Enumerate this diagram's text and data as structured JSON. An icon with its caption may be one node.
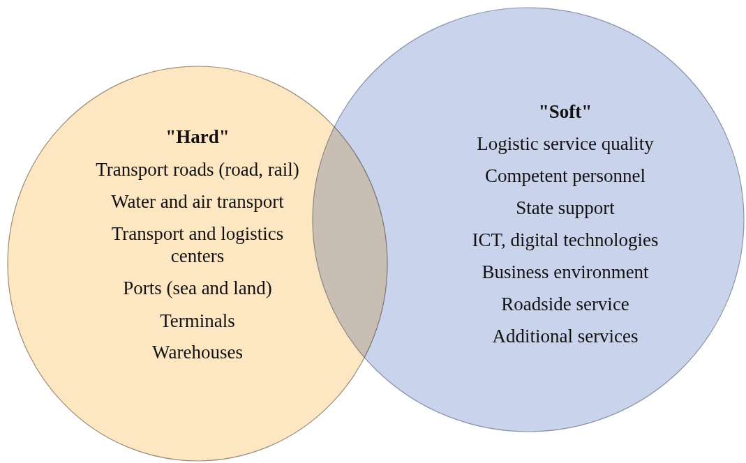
{
  "diagram": {
    "nodes": [
      {
        "text": [
          "\"Hard\"",
          "Transport roads (road, rail)",
          "Water and air transport",
          "Transport and logistics centers",
          "Ports (sea and land)",
          "Terminals",
          "Warehouses"
        ]
      },
      {
        "text": [
          "\"Soft\"",
          "Logistic service quality",
          "Competent personnel",
          "State support",
          "ICT, digital technologies",
          "Business environment",
          "Roadside service",
          "Additional services"
        ]
      }
    ],
    "edges": []
  }
}
